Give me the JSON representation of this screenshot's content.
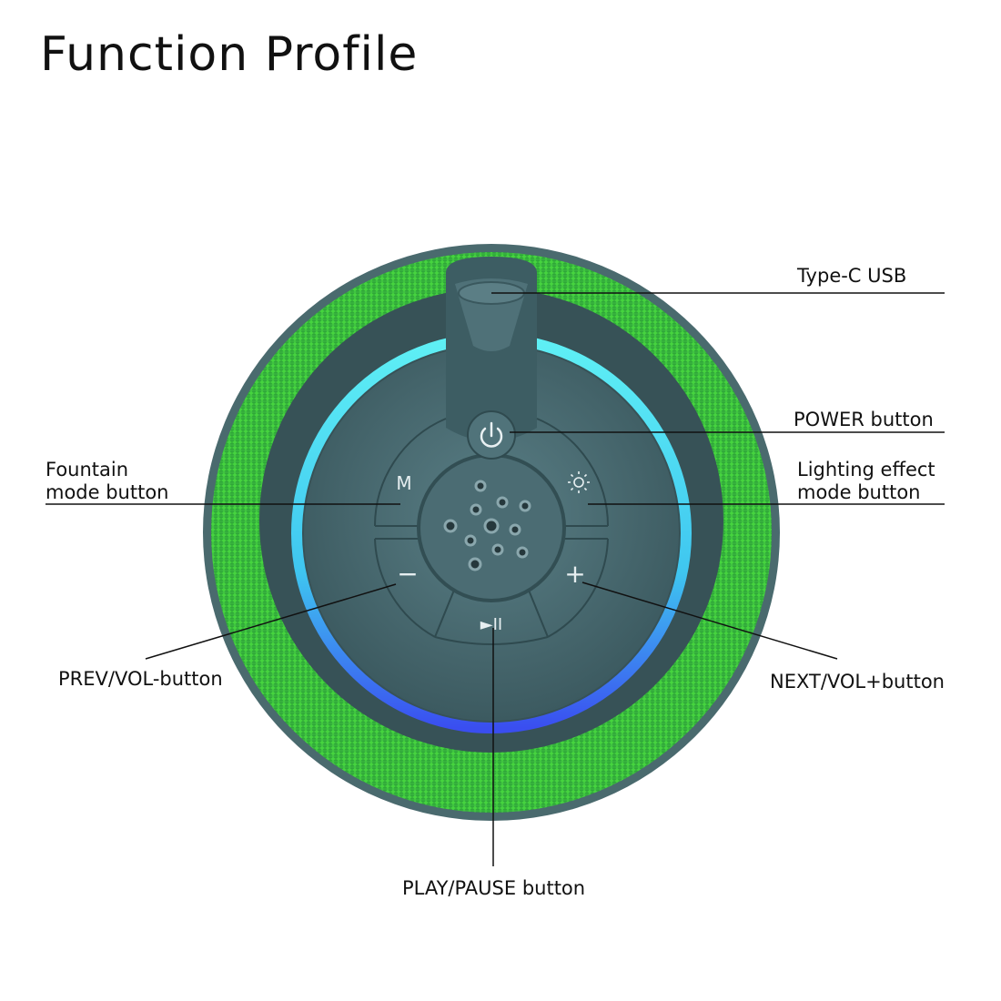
{
  "title": "Function Profile",
  "labels": {
    "type_c": "Type-C USB",
    "power": "POWER button",
    "fountain_line1": "Fountain",
    "fountain_line2": "mode button",
    "lighting_line1": "Lighting effect",
    "lighting_line2": "mode button",
    "prev": "PREV/VOL-button",
    "next": "NEXT/VOL+button",
    "play": "PLAY/PAUSE button"
  },
  "buttons": {
    "mode_glyph": "M",
    "minus_glyph": "−",
    "plus_glyph": "+",
    "play_glyph": "►II"
  },
  "colors": {
    "fabric": "#3fd13a",
    "body": "#3e5e64",
    "ring": "#3fd8f0",
    "ring_bottom": "#3a5cf0"
  },
  "icons": [
    "power-icon",
    "sun-icon"
  ]
}
